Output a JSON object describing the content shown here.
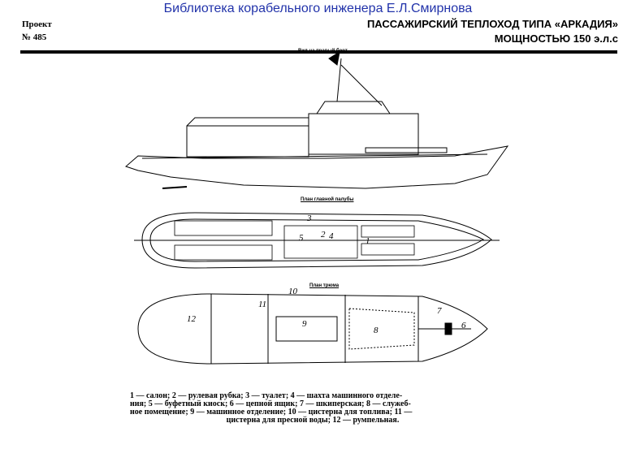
{
  "library": "Библиотека корабельного инженера Е.Л.Смирнова",
  "project": {
    "label": "Проект",
    "number": "№ 485"
  },
  "title": {
    "line1": "ПАССАЖИРСКИЙ ТЕПЛОХОД  ТИПА  «АРКАДИЯ»",
    "line2": "МОЩНОСТЬЮ 150 э.л.с"
  },
  "views": {
    "side": "Вид на правый борт",
    "deck": "План главной палубы",
    "hold": "План трюма"
  },
  "callouts": [
    "1",
    "2",
    "3",
    "4",
    "5",
    "6",
    "7",
    "8",
    "9",
    "10",
    "11",
    "12"
  ],
  "legend_lines": [
    "1 — салон;  2 — рулевая  рубка;  3 — туалет;  4 — шахта машинного отделе-",
    "ния;  5 — буфетный киоск;  6 — цепной ящик;  7 — шкиперская;  8 — служеб-",
    "ное  помещение;  9 — машинное отделение;  10 — цистерна для топлива;  11 —",
    "цистерна для пресной воды;  12 — румпельная."
  ]
}
